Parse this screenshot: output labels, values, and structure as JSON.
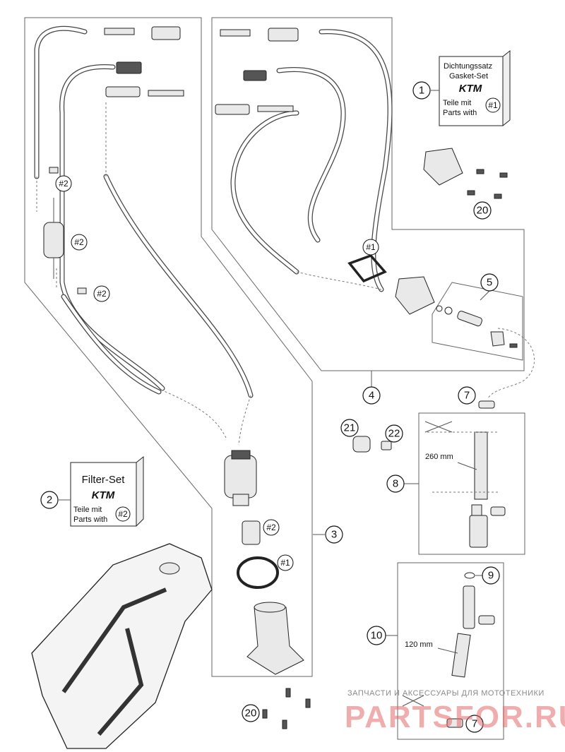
{
  "callouts": {
    "c1": "1",
    "c2": "2",
    "c3": "3",
    "c4": "4",
    "c5": "5",
    "c7a": "7",
    "c7b": "7",
    "c8": "8",
    "c9": "9",
    "c10": "10",
    "c20a": "20",
    "c20b": "20",
    "c21": "21",
    "c22": "22"
  },
  "refs": {
    "r2a": "#2",
    "r2b": "#2",
    "r2c": "#2",
    "r2d": "#2",
    "r1a": "#1",
    "r1b": "#1"
  },
  "gasket_kit": {
    "title_de": "Dichtungssatz",
    "title_en": "Gasket-Set",
    "brand": "KTM",
    "note_de": "Teile mit",
    "note_en": "Parts with",
    "ref": "#1"
  },
  "filter_kit": {
    "title": "Filter-Set",
    "brand": "KTM",
    "note_de": "Teile mit",
    "note_en": "Parts with",
    "ref": "#2"
  },
  "dimensions": {
    "hose_8": "260 mm",
    "hose_10": "120 mm"
  },
  "watermark": {
    "caption": "ЗАПЧАСТИ И АКСЕССУАРЫ ДЛЯ МОТОТЕХНИКИ",
    "brand": "PARTSFOR.RU"
  },
  "colors": {
    "watermark_red": "#e36a6a",
    "line": "#222222",
    "background": "#ffffff"
  }
}
